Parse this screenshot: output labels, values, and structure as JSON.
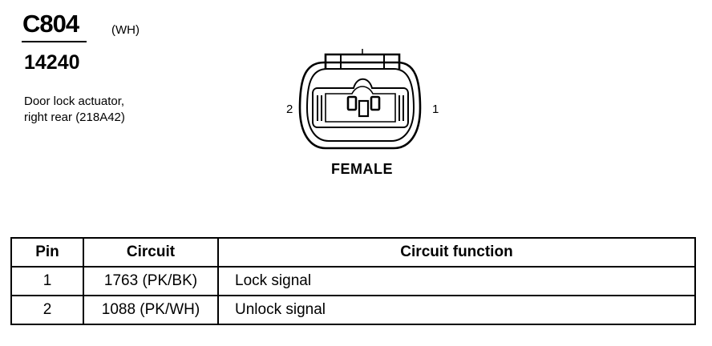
{
  "connector": {
    "id": "C804",
    "color_code": "(WH)",
    "part_number": "14240",
    "description_lines": [
      "Door lock actuator,",
      "right rear (218A42)"
    ],
    "gender": "FEMALE",
    "pin_labels": {
      "left": "2",
      "right": "1"
    }
  },
  "table": {
    "headers": {
      "pin": "Pin",
      "circuit": "Circuit",
      "function": "Circuit function"
    },
    "rows": [
      {
        "pin": "1",
        "circuit": "1763 (PK/BK)",
        "function": "Lock signal"
      },
      {
        "pin": "2",
        "circuit": "1088 (PK/WH)",
        "function": "Unlock signal"
      }
    ]
  }
}
